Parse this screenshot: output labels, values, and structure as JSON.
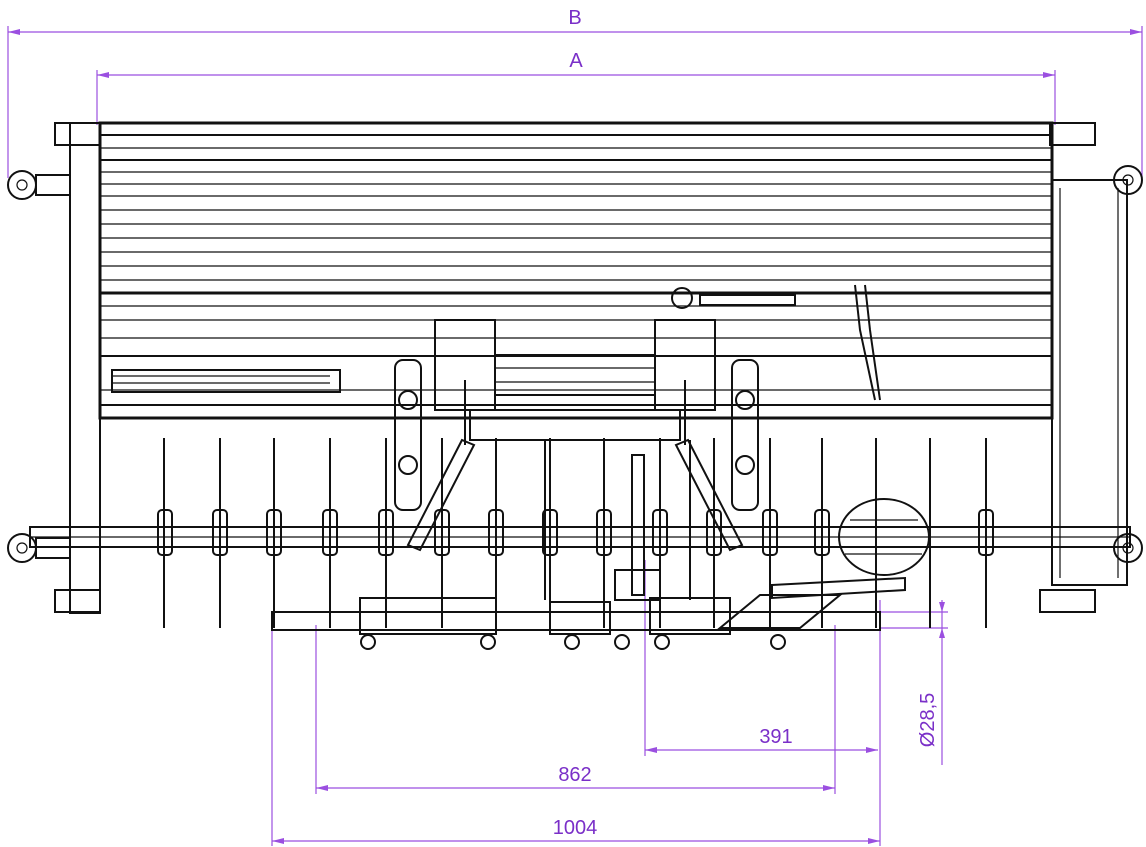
{
  "dimensions": {
    "B": "B",
    "A": "A",
    "d391": "391",
    "d862": "862",
    "d1004": "1004",
    "diameter": "Ø28,5"
  },
  "colors": {
    "dimension": "#9b4fe0",
    "ink": "#111111",
    "background": "#ffffff"
  }
}
